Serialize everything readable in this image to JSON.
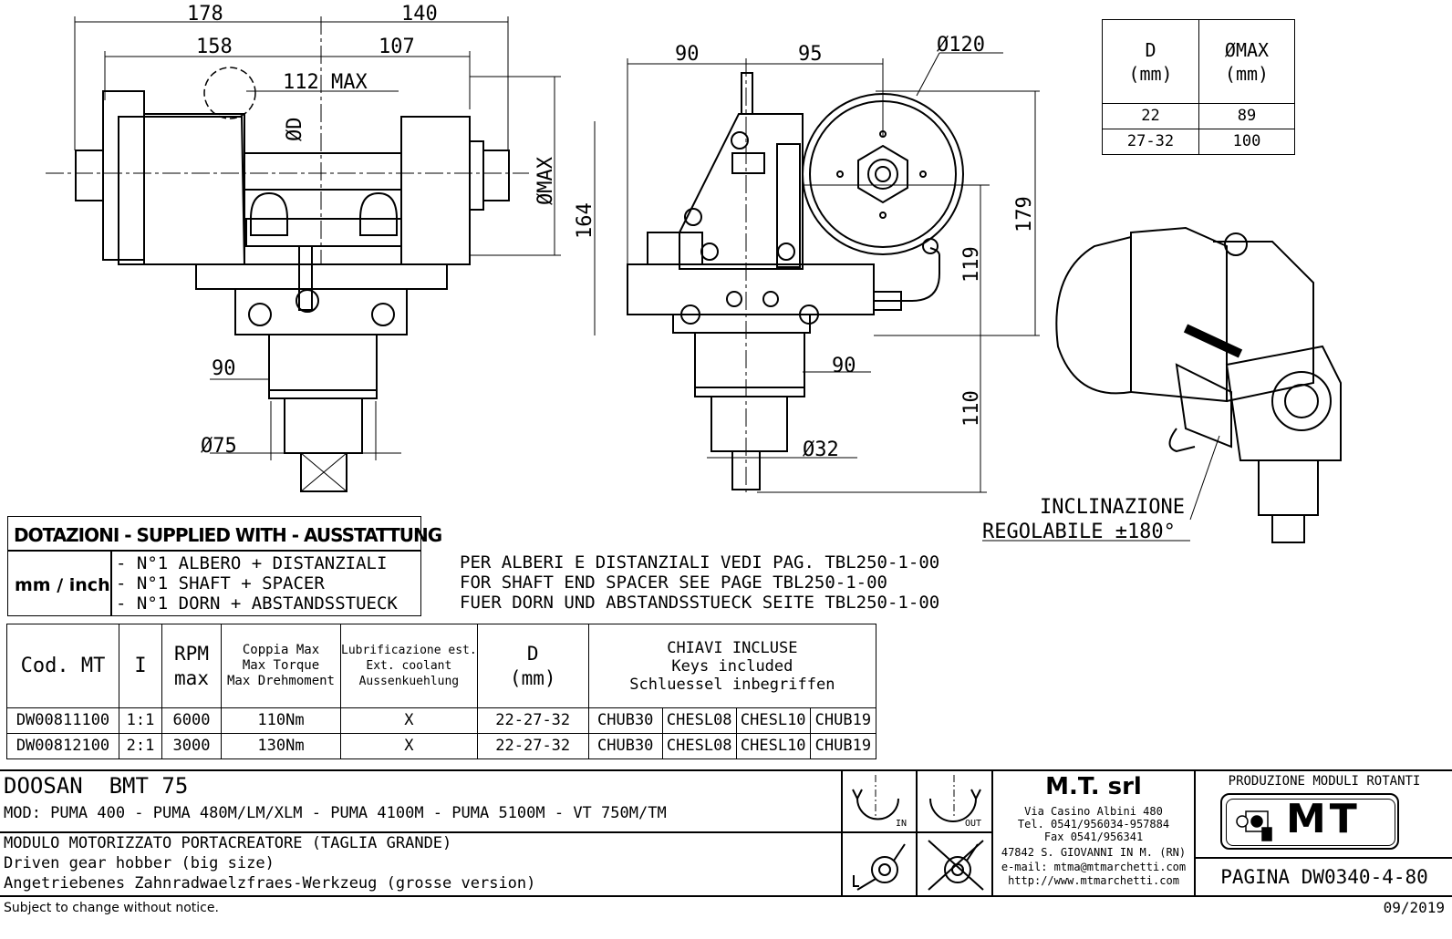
{
  "drawing": {
    "dims_top": [
      "178",
      "140",
      "158",
      "107",
      "112 MAX",
      "ØD",
      "ØMAX",
      "90",
      "95",
      "Ø120",
      "164",
      "179",
      "119",
      "90",
      "Ø75",
      "90",
      "Ø32",
      "110"
    ],
    "inclination_lines": [
      "INCLINAZIONE",
      "REGOLABILE ±180°"
    ]
  },
  "dmax_table": {
    "headers": [
      [
        "D",
        "(mm)"
      ],
      [
        "ØMAX",
        "(mm)"
      ]
    ],
    "rows": [
      [
        "22",
        "89"
      ],
      [
        "27-32",
        "100"
      ]
    ]
  },
  "supplied": {
    "title": "DOTAZIONI - SUPPLIED WITH - AUSSTATTUNG",
    "unit": "mm / inch",
    "items": [
      "- N°1 ALBERO + DISTANZIALI",
      "- N°1 SHAFT + SPACER",
      "- N°1 DORN + ABSTANDSSTUECK"
    ]
  },
  "notes": [
    "PER ALBERI E DISTANZIALI VEDI PAG. TBL250-1-00",
    "FOR SHAFT END SPACER SEE PAGE TBL250-1-00",
    "FUER DORN UND ABSTANDSSTUECK SEITE TBL250-1-00"
  ],
  "spec_table": {
    "headers": {
      "code": "Cod. MT",
      "ratio": "I",
      "rpm": [
        "RPM",
        "max"
      ],
      "torque": [
        "Coppia Max",
        "Max Torque",
        "Max Drehmoment"
      ],
      "coolant": [
        "Lubrificazione est.",
        "Ext. coolant",
        "Aussenkuehlung"
      ],
      "d": [
        "D",
        "(mm)"
      ],
      "keys": [
        "CHIAVI INCLUSE",
        "Keys included",
        "Schluessel inbegriffen"
      ]
    },
    "rows": [
      {
        "code": "DW00811100",
        "ratio": "1:1",
        "rpm": "6000",
        "torque": "110Nm",
        "coolant": "X",
        "d": "22-27-32",
        "keys": [
          "CHUB30",
          "CHESL08",
          "CHESL10",
          "CHUB19"
        ]
      },
      {
        "code": "DW00812100",
        "ratio": "2:1",
        "rpm": "3000",
        "torque": "130Nm",
        "coolant": "X",
        "d": "22-27-32",
        "keys": [
          "CHUB30",
          "CHESL08",
          "CHESL10",
          "CHUB19"
        ]
      }
    ]
  },
  "title_block": {
    "machine": "DOOSAN  BMT 75",
    "models": "MOD: PUMA 400 - PUMA 480M/LM/XLM - PUMA 4100M - PUMA 5100M - VT 750M/TM",
    "desc": [
      "MODULO MOTORIZZATO PORTACREATORE (TAGLIA GRANDE)",
      "Driven gear hobber (big size)",
      "Angetriebenes Zahnradwaelzfraes-Werkzeug (grosse version)"
    ],
    "in_label": "IN",
    "out_label": "OUT",
    "company": "M.T. srl",
    "address": [
      "Via Casino Albini 480",
      "Tel. 0541/956034-957884",
      "Fax 0541/956341",
      "47842 S. GIOVANNI IN M. (RN)",
      "e-mail: mtma@mtmarchetti.com",
      "http://www.mtmarchetti.com"
    ],
    "production": "PRODUZIONE MODULI ROTANTI",
    "logo_text": "MT",
    "page": "PAGINA DW0340-4-80"
  },
  "footer": {
    "notice": "Subject to change without notice.",
    "date": "09/2019"
  }
}
